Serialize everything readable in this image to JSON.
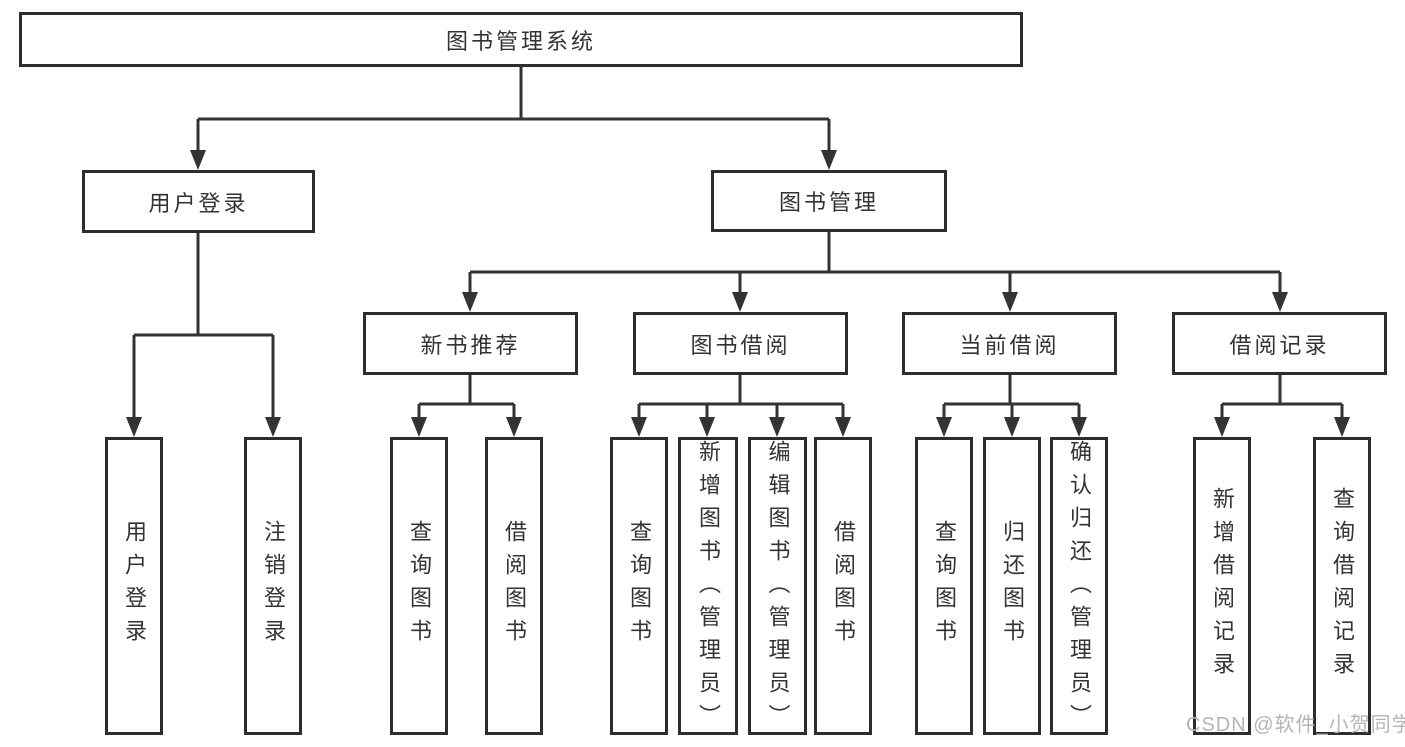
{
  "diagram_title": "图书管理系统",
  "tree": {
    "label": "图书管理系统",
    "children": [
      {
        "label": "用户登录",
        "children": [
          {
            "label": "用户登录"
          },
          {
            "label": "注销登录"
          }
        ]
      },
      {
        "label": "图书管理",
        "children": [
          {
            "label": "新书推荐",
            "children": [
              {
                "label": "查询图书"
              },
              {
                "label": "借阅图书"
              }
            ]
          },
          {
            "label": "图书借阅",
            "children": [
              {
                "label": "查询图书"
              },
              {
                "label": "新增图书（管理员）"
              },
              {
                "label": "编辑图书（管理员）"
              },
              {
                "label": "借阅图书"
              }
            ]
          },
          {
            "label": "当前借阅",
            "children": [
              {
                "label": "查询图书"
              },
              {
                "label": "归还图书"
              },
              {
                "label": "确认归还（管理员）"
              }
            ]
          },
          {
            "label": "借阅记录",
            "children": [
              {
                "label": "新增借阅记录"
              },
              {
                "label": "查询借阅记录"
              }
            ]
          }
        ]
      }
    ]
  },
  "watermark": {
    "text": "CSDN @软件_小贺同学"
  },
  "colors": {
    "background": "#ffffff",
    "box_border": "#2d2d2d",
    "line": "#333333",
    "text": "#333333",
    "watermark": "#b5b5b5"
  }
}
